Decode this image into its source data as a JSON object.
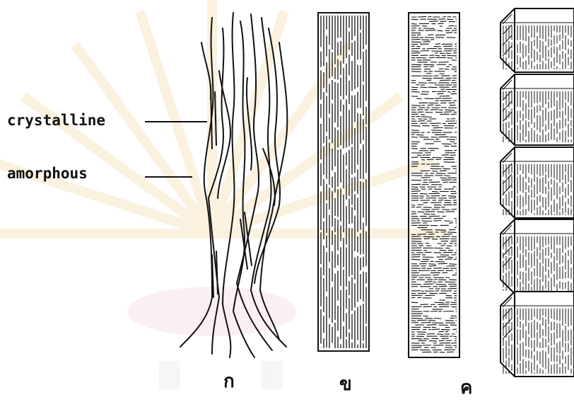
{
  "labels": {
    "crystalline": "crystalline",
    "amorphous": "amorphous"
  },
  "captions": {
    "a": "ก",
    "b": "ข",
    "c": "ค"
  },
  "colors": {
    "ink": "#111111",
    "watermark": "#f3d9a6"
  }
}
